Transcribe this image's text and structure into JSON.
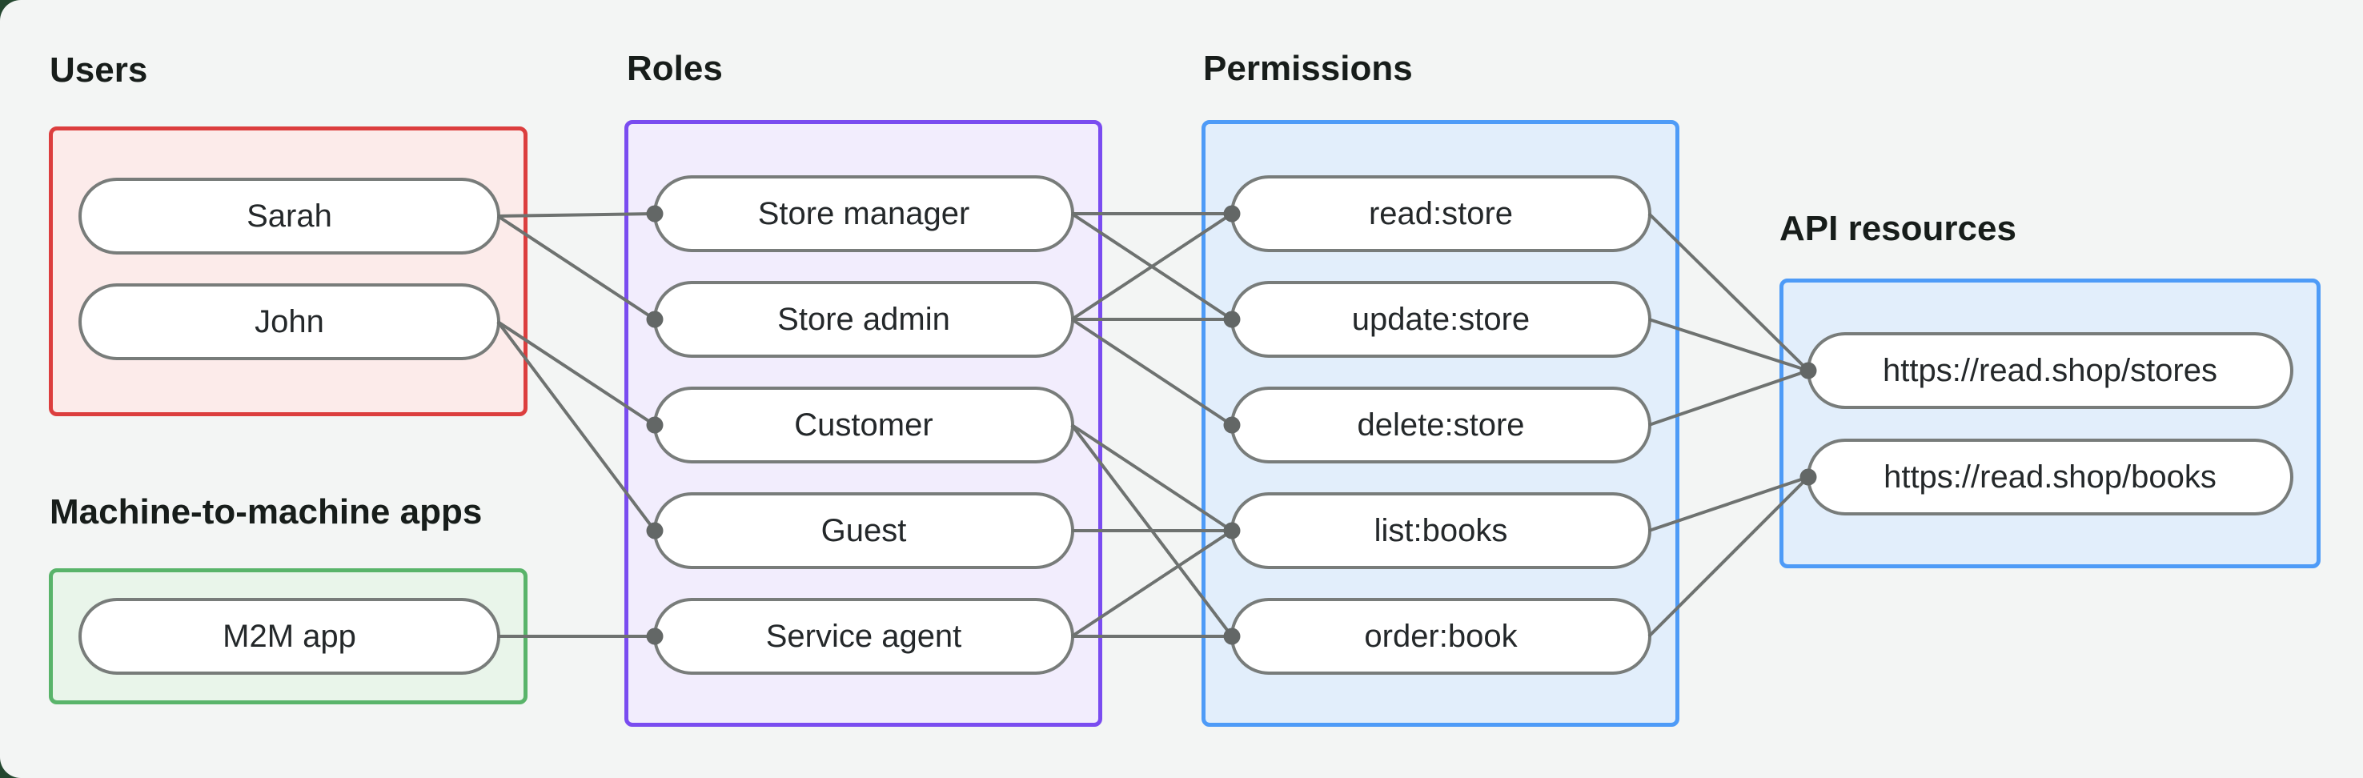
{
  "diagram": {
    "background_color": "#f3f5f4",
    "outer_background_color": "#24472f",
    "line_color": "#6e7270",
    "dot_color": "#636766",
    "node_fill": "#ffffff",
    "node_border_color": "#787c7a",
    "groups": [
      {
        "id": "users",
        "label": "Users",
        "border_color": "#dc3e3e",
        "fill_color": "#fcebea",
        "nodes": [
          {
            "id": "sarah",
            "label": "Sarah"
          },
          {
            "id": "john",
            "label": "John"
          }
        ]
      },
      {
        "id": "m2m",
        "label": "Machine-to-machine apps",
        "border_color": "#59b46a",
        "fill_color": "#e9f5ea",
        "nodes": [
          {
            "id": "m2m-app",
            "label": "M2M app"
          }
        ]
      },
      {
        "id": "roles",
        "label": "Roles",
        "border_color": "#7a4cf0",
        "fill_color": "#f2edfd",
        "nodes": [
          {
            "id": "store-manager",
            "label": "Store manager"
          },
          {
            "id": "store-admin",
            "label": "Store admin"
          },
          {
            "id": "customer",
            "label": "Customer"
          },
          {
            "id": "guest",
            "label": "Guest"
          },
          {
            "id": "service-agent",
            "label": "Service agent"
          }
        ]
      },
      {
        "id": "permissions",
        "label": "Permissions",
        "border_color": "#4e9bf7",
        "fill_color": "#e2eefb",
        "nodes": [
          {
            "id": "read-store",
            "label": "read:store"
          },
          {
            "id": "update-store",
            "label": "update:store"
          },
          {
            "id": "delete-store",
            "label": "delete:store"
          },
          {
            "id": "list-books",
            "label": "list:books"
          },
          {
            "id": "order-book",
            "label": "order:book"
          }
        ]
      },
      {
        "id": "api-resources",
        "label": "API resources",
        "border_color": "#4e9bf7",
        "fill_color": "#e2eefb",
        "nodes": [
          {
            "id": "stores-api",
            "label": "https://read.shop/stores"
          },
          {
            "id": "books-api",
            "label": "https://read.shop/books"
          }
        ]
      }
    ],
    "edges": [
      [
        "sarah",
        "store-manager"
      ],
      [
        "sarah",
        "store-admin"
      ],
      [
        "john",
        "customer"
      ],
      [
        "john",
        "guest"
      ],
      [
        "m2m-app",
        "service-agent"
      ],
      [
        "store-manager",
        "read-store"
      ],
      [
        "store-manager",
        "update-store"
      ],
      [
        "store-admin",
        "read-store"
      ],
      [
        "store-admin",
        "update-store"
      ],
      [
        "store-admin",
        "delete-store"
      ],
      [
        "customer",
        "list-books"
      ],
      [
        "customer",
        "order-book"
      ],
      [
        "guest",
        "list-books"
      ],
      [
        "service-agent",
        "list-books"
      ],
      [
        "service-agent",
        "order-book"
      ],
      [
        "read-store",
        "stores-api"
      ],
      [
        "update-store",
        "stores-api"
      ],
      [
        "delete-store",
        "stores-api"
      ],
      [
        "list-books",
        "books-api"
      ],
      [
        "order-book",
        "books-api"
      ]
    ]
  }
}
